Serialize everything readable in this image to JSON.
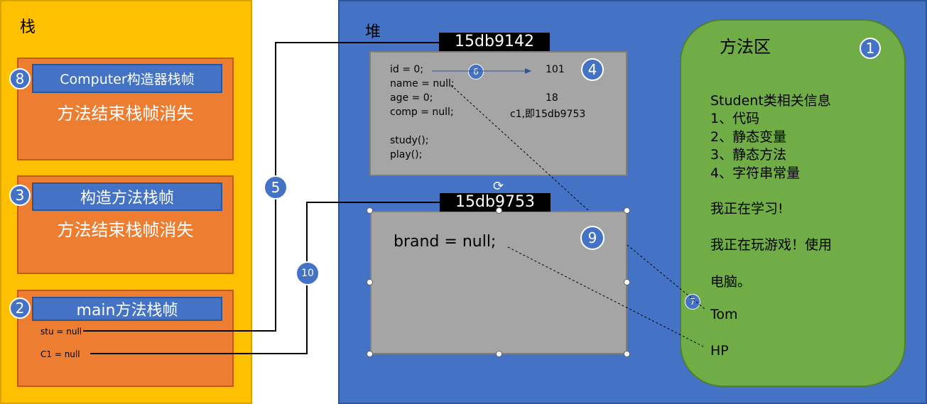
{
  "stack": {
    "title": "栈",
    "frames": [
      {
        "badge": "8",
        "title": "Computer构造器栈帧",
        "text": "方法结束栈帧消失"
      },
      {
        "badge": "3",
        "title": "构造方法栈帧",
        "text": "方法结束栈帧消失"
      },
      {
        "badge": "2",
        "title": "main方法栈帧",
        "vars": [
          "stu = null",
          "C1 = null"
        ]
      }
    ]
  },
  "heap": {
    "title": "堆",
    "obj1": {
      "address": "15db9142",
      "badge": "4",
      "fields": [
        "id = 0;",
        "name = null;",
        "age = 0;",
        "comp = null;"
      ],
      "methods": [
        "study();",
        "play();"
      ],
      "values": [
        "101",
        "18",
        "c1,即15db9753"
      ],
      "arrow_badge": "6"
    },
    "obj2": {
      "address": "15db9753",
      "badge": "9",
      "field": "brand = null;"
    }
  },
  "method_area": {
    "title": "方法区",
    "badge": "1",
    "lines": [
      "Student类相关信息",
      "1、代码",
      "2、静态变量",
      "3、静态方法",
      "4、字符串常量"
    ],
    "msg1": "我正在学习!",
    "msg2": "我正在玩游戏！使用",
    "msg3": "电脑。",
    "tom": "Tom",
    "hp": "HP",
    "tom_badge": "7"
  },
  "links": {
    "badge5": "5",
    "badge10": "10"
  }
}
